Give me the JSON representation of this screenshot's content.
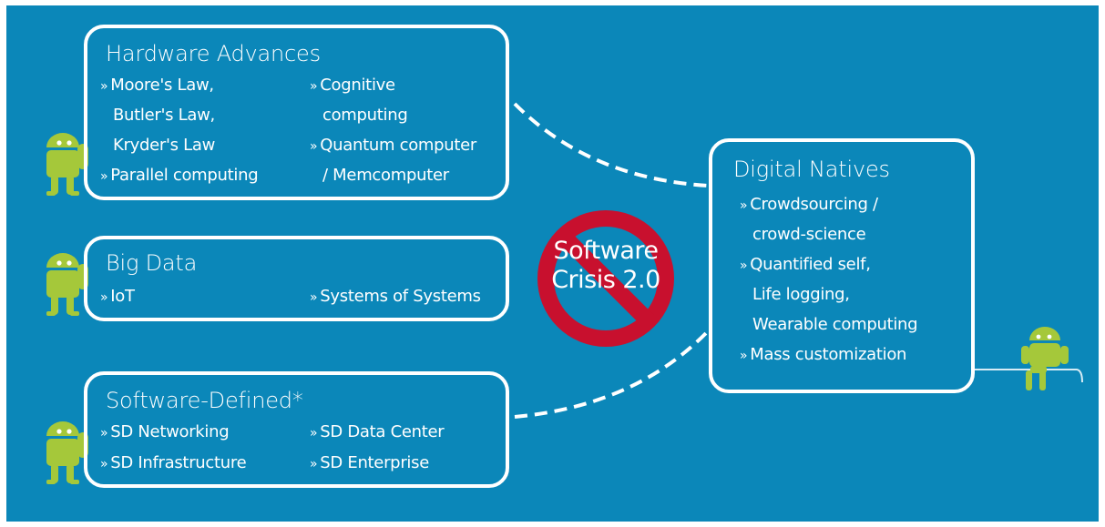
{
  "colors": {
    "background": "#0b87b9",
    "box_border": "#ffffff",
    "prohibition": "#c8102e",
    "robot": "#a5c83a"
  },
  "hardware": {
    "title": "Hardware Advances",
    "col1": [
      "Moore's Law,",
      "Butler's Law,",
      "Kryder's Law",
      "Parallel computing"
    ],
    "col2": [
      "Cognitive",
      "computing",
      "Quantum computer",
      "/ Memcomputer"
    ]
  },
  "bigdata": {
    "title": "Big Data",
    "item1": "IoT",
    "item2": "Systems of Systems"
  },
  "sd": {
    "title": "Software-Defined*",
    "items": [
      "SD Networking",
      "SD Infrastructure",
      "SD Data Center",
      "SD Enterprise"
    ]
  },
  "natives": {
    "title": "Digital Natives",
    "items": [
      "Crowdsourcing /",
      "crowd-science",
      "Quantified self,",
      "Life logging,",
      "Wearable computing",
      "Mass customization"
    ]
  },
  "crisis": {
    "line1": "Software",
    "line2": "Crisis 2.0"
  },
  "bullet": "»",
  "icons": [
    "robot-icon",
    "prohibition-sign-icon"
  ]
}
